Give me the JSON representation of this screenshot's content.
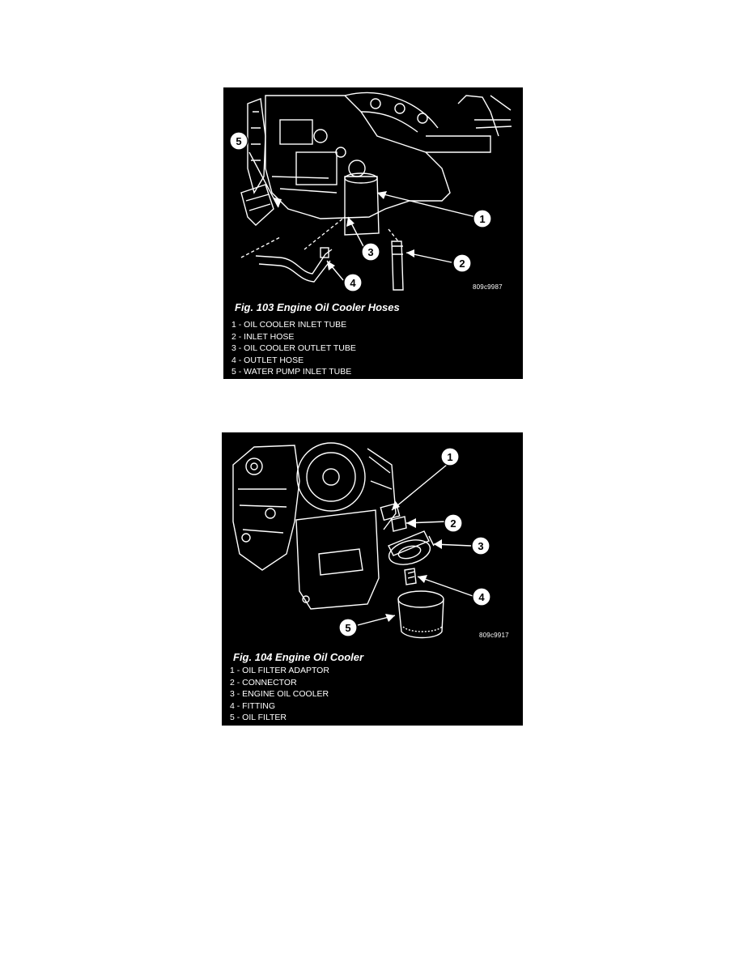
{
  "figures": [
    {
      "figure_id": "809c9987",
      "caption": "Fig. 103 Engine Oil Cooler Hoses",
      "callouts": [
        "1",
        "2",
        "3",
        "4",
        "5"
      ],
      "legend": [
        "1 - OIL COOLER INLET TUBE",
        "2 - INLET HOSE",
        "3 - OIL COOLER OUTLET TUBE",
        "4 - OUTLET HOSE",
        "5 - WATER PUMP INLET TUBE"
      ]
    },
    {
      "figure_id": "809c9917",
      "caption": "Fig. 104 Engine Oil Cooler",
      "callouts": [
        "1",
        "2",
        "3",
        "4",
        "5"
      ],
      "legend": [
        "1 - OIL FILTER ADAPTOR",
        "2 - CONNECTOR",
        "3 - ENGINE OIL COOLER",
        "4 - FITTING",
        "5 - OIL FILTER"
      ]
    }
  ]
}
